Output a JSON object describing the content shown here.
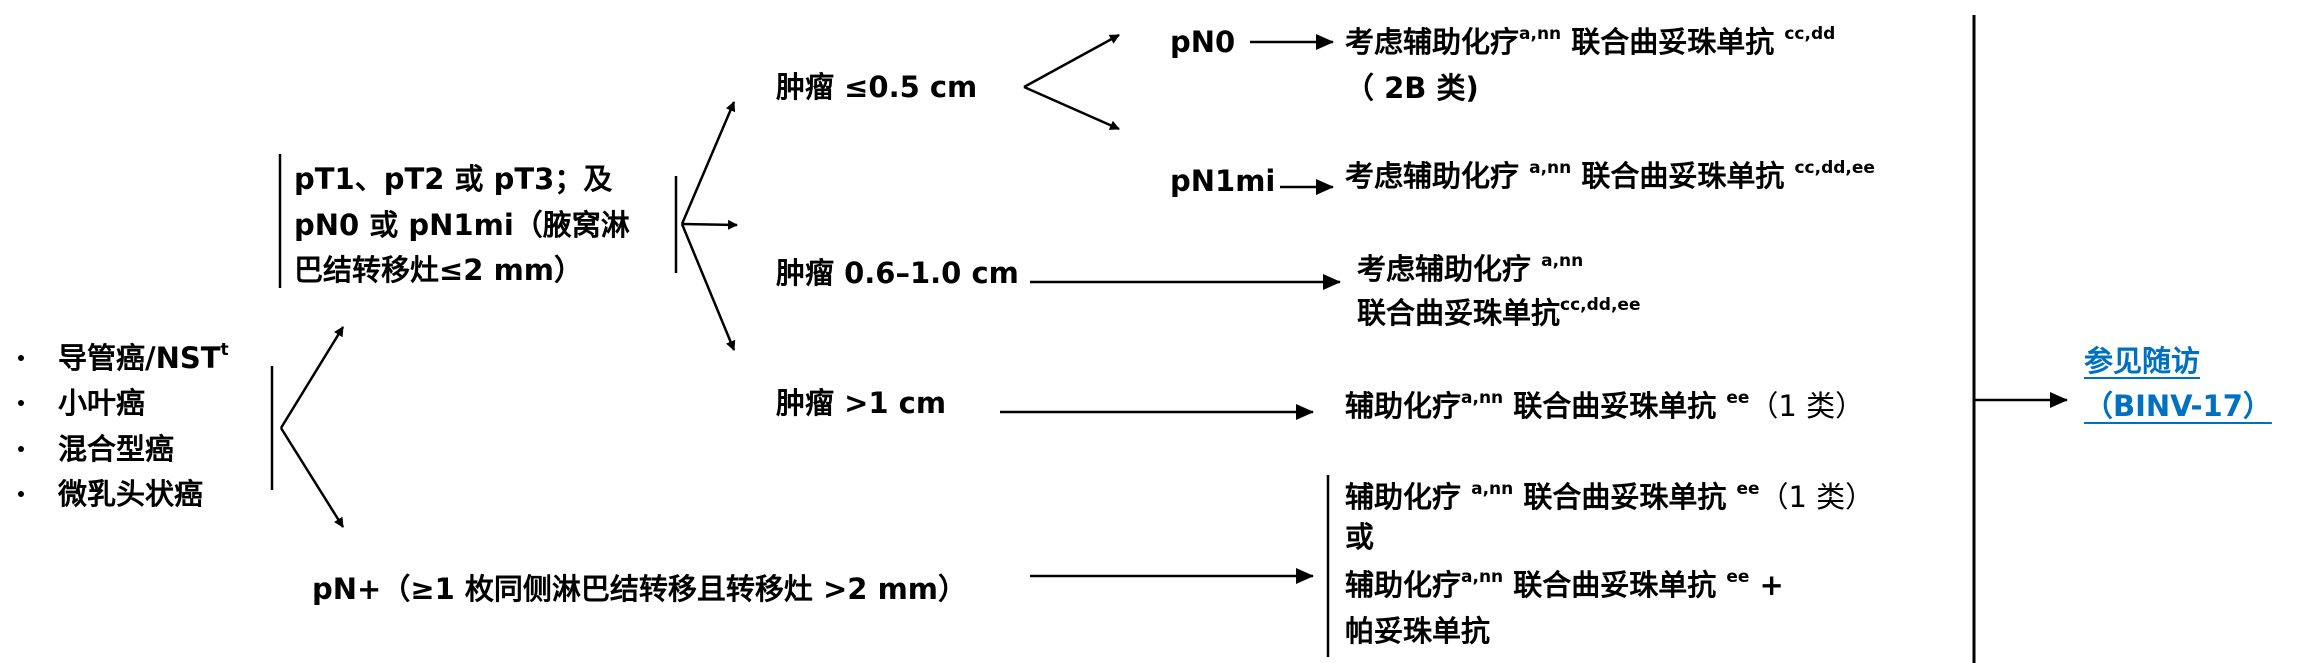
{
  "histology": {
    "items": [
      "导管癌/NST",
      "小叶癌",
      "混合型癌",
      "微乳头状癌"
    ],
    "first_item_sup": "t"
  },
  "node_small": {
    "lines": [
      "pT1、pT2 或 pT3；及",
      "pN0 或 pN1mi（腋窝淋",
      "巴结转移灶≤2 mm）"
    ]
  },
  "tumor": {
    "le05": "肿瘤 ≤0.5 cm",
    "mid": "肿瘤 0.6–1.0 cm",
    "gt1": "肿瘤 >1 cm"
  },
  "pn0": {
    "label": "pN0",
    "text_a": "考虑辅助化疗",
    "sup_a": "a,nn",
    "text_b": " 联合曲妥珠单抗 ",
    "sup_b": "cc,dd",
    "category": "（ 2B 类)"
  },
  "pn1mi": {
    "label": "pN1mi",
    "text_a": "考虑辅助化疗 ",
    "sup_a": "a,nn",
    "text_b": " 联合曲妥珠单抗 ",
    "sup_b": "cc,dd,ee"
  },
  "mid_rec": {
    "text_a": "考虑辅助化疗 ",
    "sup_a": "a,nn",
    "text_b": "联合曲妥珠单抗",
    "sup_b": "cc,dd,ee"
  },
  "gt1_rec": {
    "text_a": "辅助化疗",
    "sup_a": "a,nn",
    "text_b": " 联合曲妥珠单抗 ",
    "sup_b": "ee",
    "category": "（1 类）"
  },
  "pnplus": {
    "label": "pN+（≥1 枚同侧淋巴结转移且转移灶 >2 mm）",
    "opt1_a": "辅助化疗 ",
    "opt1_sup_a": "a,nn",
    "opt1_b": " 联合曲妥珠单抗 ",
    "opt1_sup_b": "ee",
    "opt1_category": "（1 类）",
    "or": "或",
    "opt2_a": "辅助化疗",
    "opt2_sup_a": "a,nn",
    "opt2_b": " 联合曲妥珠单抗 ",
    "opt2_sup_b": "ee",
    "opt2_plus": " +",
    "opt2_line2": "帕妥珠单抗"
  },
  "followup": {
    "line1": "参见随访",
    "line2": "（BINV-17）",
    "color": "#0070c0"
  }
}
